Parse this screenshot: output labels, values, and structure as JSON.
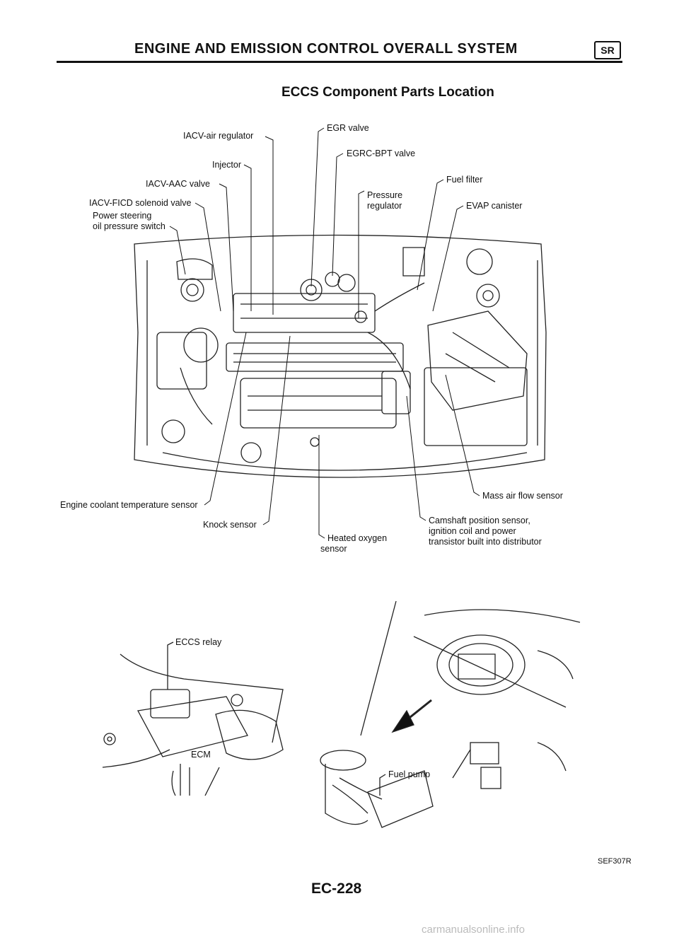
{
  "header": {
    "title": "ENGINE AND EMISSION CONTROL OVERALL SYSTEM",
    "badge": "SR",
    "subtitle": "ECCS Component Parts Location"
  },
  "labels": {
    "iacv_air_regulator": "IACV-air regulator",
    "injector": "Injector",
    "iacv_aac_valve": "IACV-AAC valve",
    "iacv_ficd_solenoid_valve": "IACV-FICD solenoid valve",
    "power_steering_l1": "Power steering",
    "power_steering_l2": "oil pressure switch",
    "egr_valve": "EGR valve",
    "egrc_bpt_valve": "EGRC-BPT valve",
    "pressure_regulator_l1": "Pressure",
    "pressure_regulator_l2": "regulator",
    "fuel_filter": "Fuel filter",
    "evap_canister": "EVAP canister",
    "mass_air_flow_sensor": "Mass air flow sensor",
    "engine_coolant_temperature_sensor": "Engine coolant temperature sensor",
    "knock_sensor": "Knock sensor",
    "heated_oxygen_sensor_l1": "Heated oxygen",
    "heated_oxygen_sensor_l2": "sensor",
    "camshaft_l1": "Camshaft position sensor,",
    "camshaft_l2": "ignition coil and power",
    "camshaft_l3": "transistor built into distributor",
    "eccs_relay": "ECCS relay",
    "ecm": "ECM",
    "fuel_pump": "Fuel pump"
  },
  "footer": {
    "figure_code": "SEF307R",
    "page_number": "EC-228",
    "watermark": "carmanualsonline.info"
  }
}
